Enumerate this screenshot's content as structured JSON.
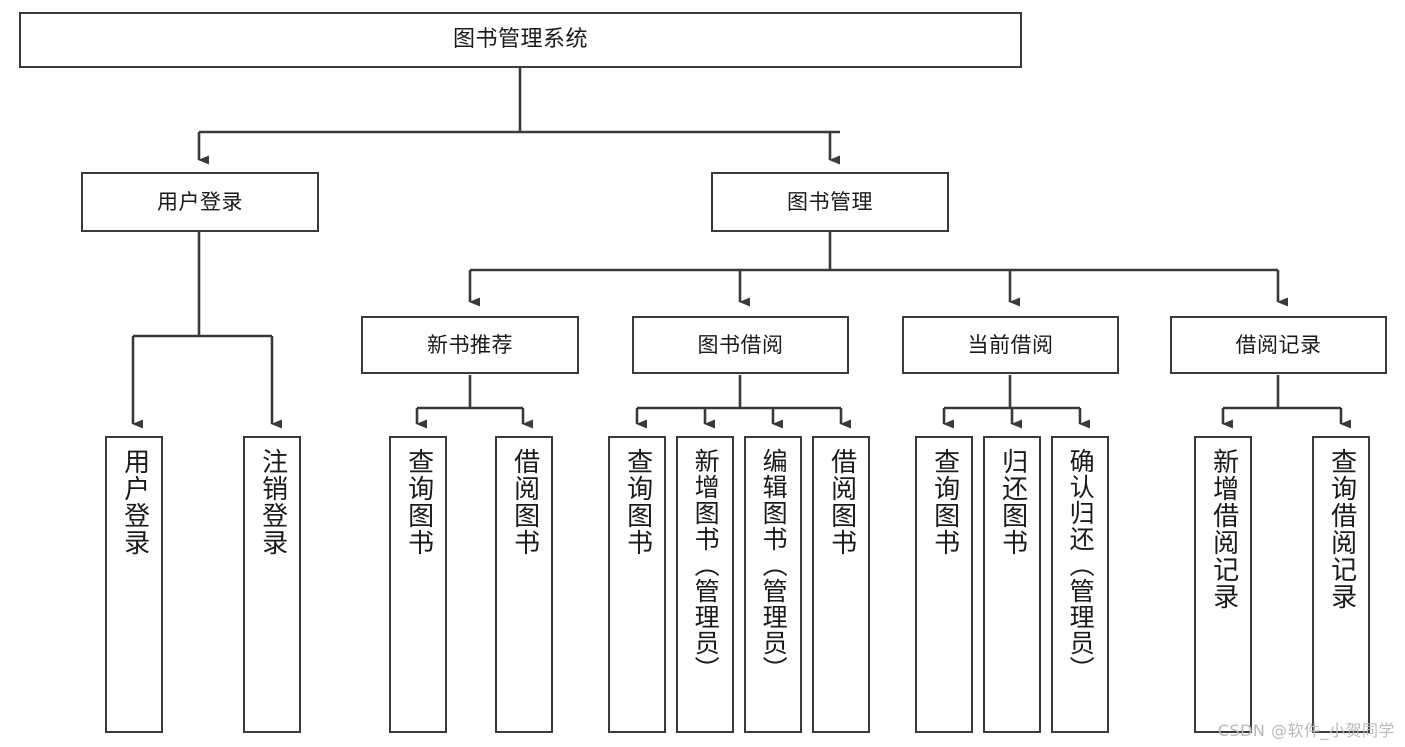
{
  "diagram": {
    "title": "图书管理系统",
    "type": "tree-hierarchy-chart",
    "colors": {
      "box_border": "#3a3a3a",
      "box_fill": "#ffffff",
      "edge": "#3a3a3a",
      "text": "#1a1a1a",
      "watermark": "#b9b9b9",
      "background": "#ffffff"
    },
    "root": {
      "label": "图书管理系统"
    },
    "level1": [
      {
        "id": "user-login",
        "label": "用户登录"
      },
      {
        "id": "book-management",
        "label": "图书管理"
      }
    ],
    "level2": [
      {
        "id": "new-book-recommend",
        "label": "新书推荐"
      },
      {
        "id": "book-borrow",
        "label": "图书借阅"
      },
      {
        "id": "current-borrow",
        "label": "当前借阅"
      },
      {
        "id": "borrow-record",
        "label": "借阅记录"
      }
    ],
    "leaves": {
      "user_login": [
        {
          "id": "leaf-user-login",
          "label": "用户登录"
        },
        {
          "id": "leaf-logout-login",
          "label": "注销登录"
        }
      ],
      "new_book_recommend": [
        {
          "id": "leaf-query-book-1",
          "label": "查询图书"
        },
        {
          "id": "leaf-borrow-book-1",
          "label": "借阅图书"
        }
      ],
      "book_borrow": [
        {
          "id": "leaf-query-book-2",
          "label": "查询图书"
        },
        {
          "id": "leaf-add-book",
          "label": "新增图书（管理员）"
        },
        {
          "id": "leaf-edit-book",
          "label": "编辑图书（管理员）"
        },
        {
          "id": "leaf-borrow-book-2",
          "label": "借阅图书"
        }
      ],
      "current_borrow": [
        {
          "id": "leaf-query-book-3",
          "label": "查询图书"
        },
        {
          "id": "leaf-return-book",
          "label": "归还图书"
        },
        {
          "id": "leaf-confirm-return",
          "label": "确认归还（管理员）"
        }
      ],
      "borrow_record": [
        {
          "id": "leaf-add-record",
          "label": "新增借阅记录"
        },
        {
          "id": "leaf-query-record",
          "label": "查询借阅记录"
        }
      ]
    },
    "watermark": "CSDN @软件_小贺同学"
  }
}
